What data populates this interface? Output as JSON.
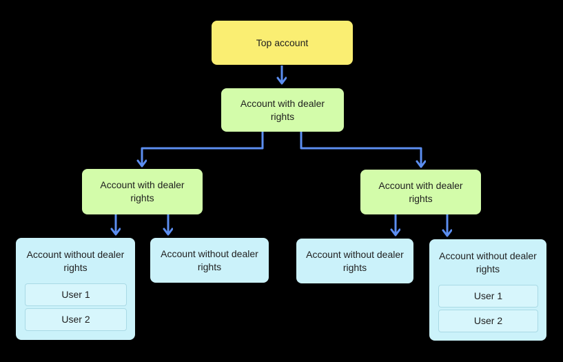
{
  "colors": {
    "background": "#000000",
    "top_account_fill": "#FAEE72",
    "dealer_fill": "#D3FCAA",
    "no_dealer_fill": "#CBF2FA",
    "user_row_fill": "#D7F6FC",
    "user_row_border": "#A9DAE5",
    "connector": "#5C8EF0",
    "text": "#1E1E1E"
  },
  "nodes": {
    "top": {
      "label": "Top account"
    },
    "dealer_mid": {
      "label": "Account with dealer rights"
    },
    "dealer_left": {
      "label": "Account with dealer rights"
    },
    "dealer_right": {
      "label": "Account with dealer rights"
    },
    "without_left_1": {
      "label": "Account without dealer rights",
      "users": [
        "User 1",
        "User 2"
      ]
    },
    "without_left_2": {
      "label": "Account without dealer rights"
    },
    "without_right_1": {
      "label": "Account without dealer rights"
    },
    "without_right_2": {
      "label": "Account without dealer rights",
      "users": [
        "User 1",
        "User 2"
      ]
    }
  }
}
